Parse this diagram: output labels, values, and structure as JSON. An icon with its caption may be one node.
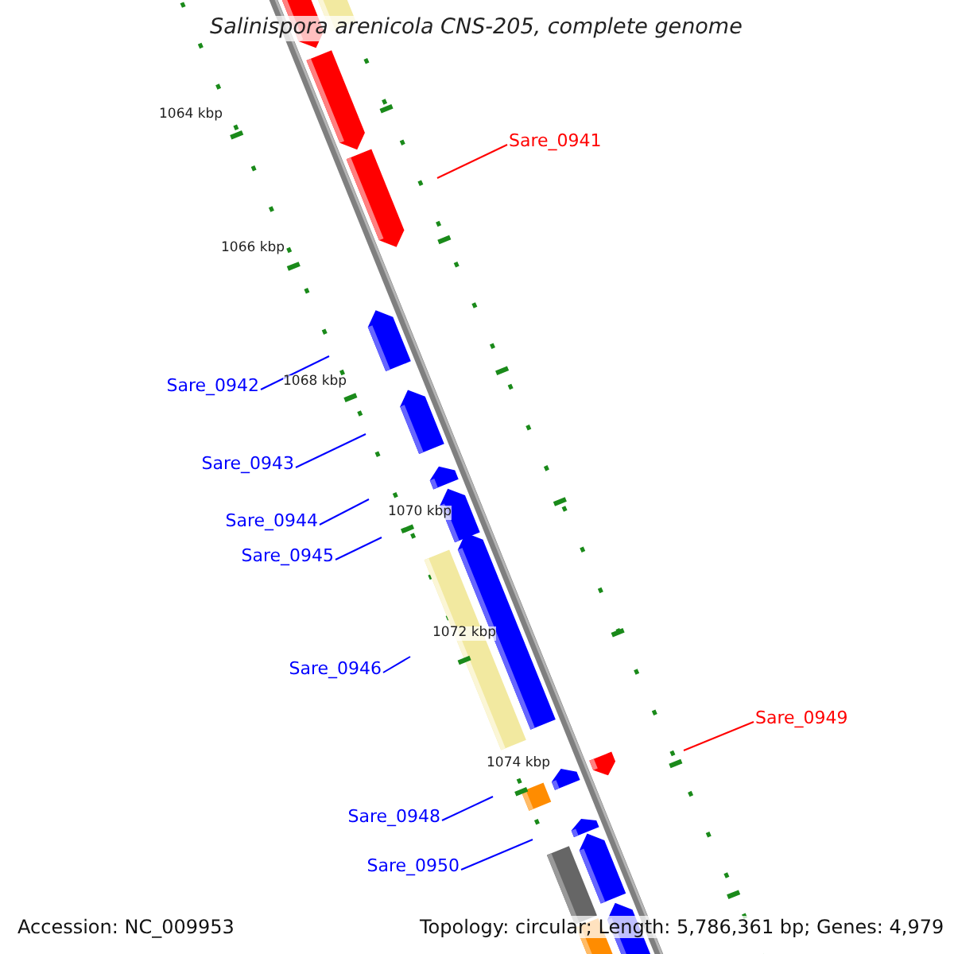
{
  "diagram": {
    "title": "Salinispora arenicola CNS-205, complete genome",
    "nodes": [
      {
        "text": [
          "Sare_0941"
        ]
      },
      {
        "text": [
          "Sare_0942"
        ]
      },
      {
        "text": [
          "Sare_0943"
        ]
      },
      {
        "text": [
          "Sare_0944"
        ]
      },
      {
        "text": [
          "Sare_0945"
        ]
      },
      {
        "text": [
          "Sare_0946"
        ]
      },
      {
        "text": [
          "Sare_0949"
        ]
      },
      {
        "text": [
          "Sare_0948"
        ]
      },
      {
        "text": [
          "Sare_0950"
        ]
      }
    ],
    "edges": [
      {
        "from": 0,
        "to": null,
        "arrow": "none",
        "color": "#ff0000"
      },
      {
        "from": 1,
        "to": null,
        "arrow": "none"
      },
      {
        "from": 2,
        "to": null,
        "arrow": "none"
      },
      {
        "from": 3,
        "to": null,
        "arrow": "none"
      },
      {
        "from": 4,
        "to": null,
        "arrow": "none"
      },
      {
        "from": 5,
        "to": null,
        "arrow": "none"
      },
      {
        "from": 6,
        "to": null,
        "arrow": "none",
        "color": "#ff0000"
      },
      {
        "from": 7,
        "to": null,
        "arrow": "none"
      },
      {
        "from": 8,
        "to": null,
        "arrow": "none"
      }
    ],
    "labels": [
      "1064 kbp",
      "1066 kbp",
      "1068 kbp",
      "1070 kbp",
      "1072 kbp",
      "1074 kbp",
      "Accession: NC_009953",
      "Topology: circular; Length: 5,786,361 bp; Genes: 4,979"
    ]
  }
}
